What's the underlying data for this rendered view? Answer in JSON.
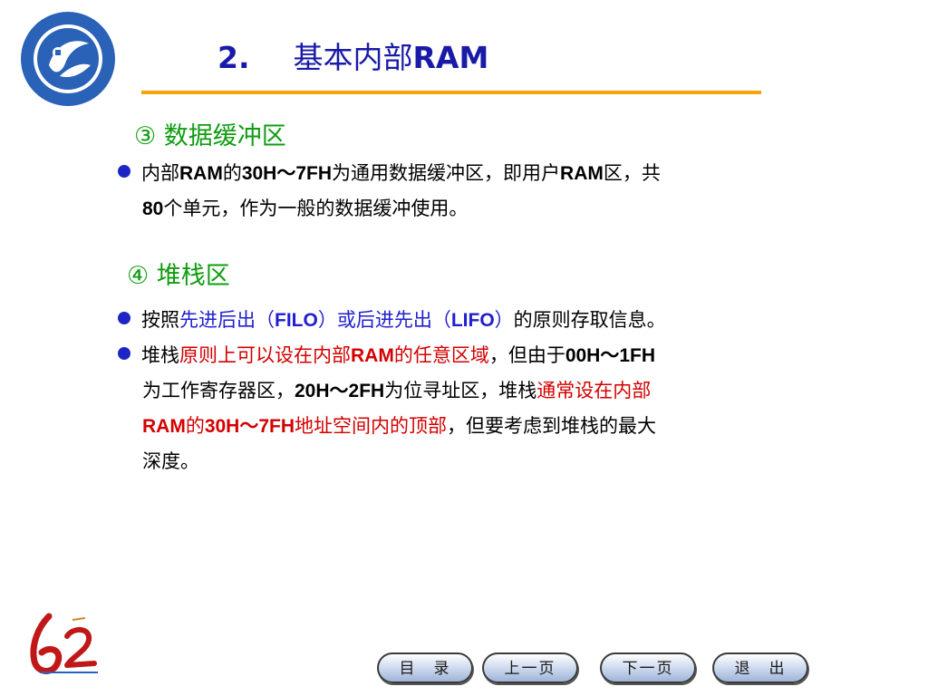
{
  "title": {
    "number": "2.",
    "text_zh": "基本内部",
    "text_en": "RAM"
  },
  "section3": {
    "heading": "③ 数据缓冲区",
    "bullet1": {
      "l1_a": "内部",
      "l1_b": "RAM",
      "l1_c": "的",
      "l1_d": "30H～7FH",
      "l1_e": "为通用数据缓冲区，即用户",
      "l1_f": "RAM",
      "l1_g": "区，共",
      "l2_a": "80",
      "l2_b": "个单元，作为一般的数据缓冲使用。"
    }
  },
  "section4": {
    "heading": "④ 堆栈区",
    "bullet1": {
      "a": "按照",
      "b": "先进后出（",
      "c": "FILO",
      "d": "）或后进先出（",
      "e": "LIFO",
      "f": "）",
      "g": "的原则存取信息。"
    },
    "bullet2": {
      "l1_a": "堆栈",
      "l1_b": "原则上可以设在内部",
      "l1_c": "RAM",
      "l1_d": "的任意区域",
      "l1_e": "，但由于",
      "l1_f": "00H～1FH",
      "l2_a": "为工作寄存器区，",
      "l2_b": "20H～2FH",
      "l2_c": "为位寻址区，堆栈",
      "l2_d": "通常设在内部",
      "l3_a": "RAM",
      "l3_b": "的",
      "l3_c": "30H～7FH",
      "l3_d": "地址空间内的顶部",
      "l3_e": "，但要考虑到堆栈的最大",
      "l4_a": "深度。"
    }
  },
  "nav": {
    "toc": "目　录",
    "prev": "上一页",
    "next": "下一页",
    "exit": "退　出"
  },
  "colors": {
    "title": "#1a1aa8",
    "underline": "#f5a40c",
    "heading": "#109c10",
    "bullet": "#1f25c4",
    "highlight_blue": "#1f1fd0",
    "highlight_red": "#d40000"
  }
}
